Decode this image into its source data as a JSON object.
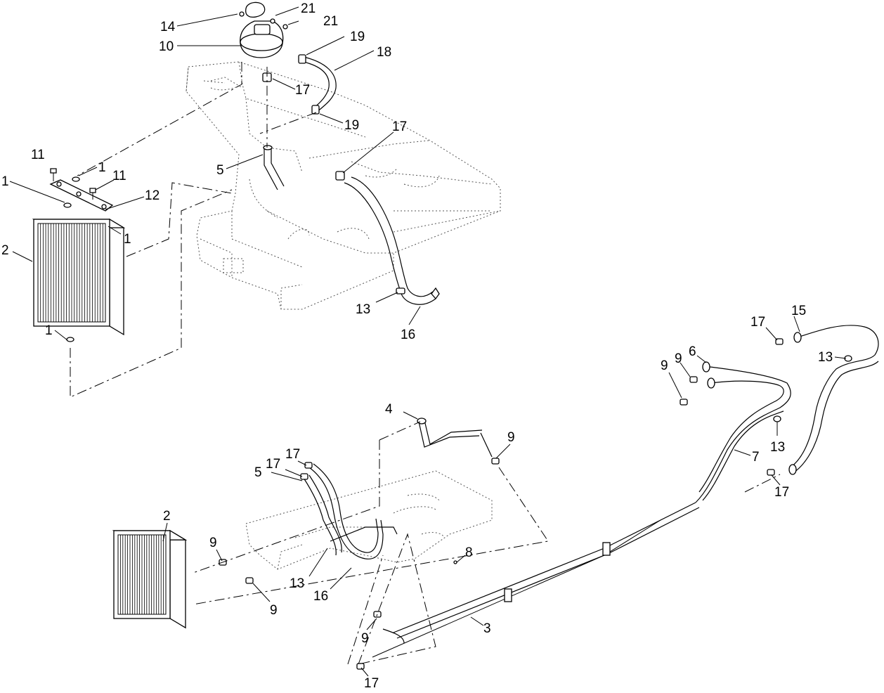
{
  "callouts": {
    "top": [
      {
        "id": "t14",
        "text": "14"
      },
      {
        "id": "t21a",
        "text": "21"
      },
      {
        "id": "t21b",
        "text": "21"
      },
      {
        "id": "t10",
        "text": "10"
      },
      {
        "id": "t19a",
        "text": "19"
      },
      {
        "id": "t18",
        "text": "18"
      },
      {
        "id": "t17a",
        "text": "17"
      },
      {
        "id": "t19b",
        "text": "19"
      },
      {
        "id": "t17b",
        "text": "17"
      },
      {
        "id": "t11a",
        "text": "11"
      },
      {
        "id": "t1a",
        "text": "1"
      },
      {
        "id": "t11b",
        "text": "11"
      },
      {
        "id": "t1b",
        "text": "1"
      },
      {
        "id": "t12",
        "text": "12"
      },
      {
        "id": "t5",
        "text": "5"
      },
      {
        "id": "t1c",
        "text": "1"
      },
      {
        "id": "t2",
        "text": "2"
      },
      {
        "id": "t13",
        "text": "13"
      },
      {
        "id": "t16",
        "text": "16"
      },
      {
        "id": "t1d",
        "text": "1"
      }
    ],
    "bottom": [
      {
        "id": "b15",
        "text": "15"
      },
      {
        "id": "b17a",
        "text": "17"
      },
      {
        "id": "b13a",
        "text": "13"
      },
      {
        "id": "b6",
        "text": "6"
      },
      {
        "id": "b9a",
        "text": "9"
      },
      {
        "id": "b9b",
        "text": "9"
      },
      {
        "id": "b4",
        "text": "4"
      },
      {
        "id": "b9c",
        "text": "9"
      },
      {
        "id": "b13b",
        "text": "13"
      },
      {
        "id": "b7",
        "text": "7"
      },
      {
        "id": "b17b",
        "text": "17"
      },
      {
        "id": "b17c",
        "text": "17"
      },
      {
        "id": "b17d",
        "text": "17"
      },
      {
        "id": "b5",
        "text": "5"
      },
      {
        "id": "b2",
        "text": "2"
      },
      {
        "id": "b9d",
        "text": "9"
      },
      {
        "id": "b8",
        "text": "8"
      },
      {
        "id": "b13c",
        "text": "13"
      },
      {
        "id": "b16",
        "text": "16"
      },
      {
        "id": "b9e",
        "text": "9"
      },
      {
        "id": "b9f",
        "text": "9"
      },
      {
        "id": "b3",
        "text": "3"
      },
      {
        "id": "b17e",
        "text": "17"
      }
    ]
  }
}
